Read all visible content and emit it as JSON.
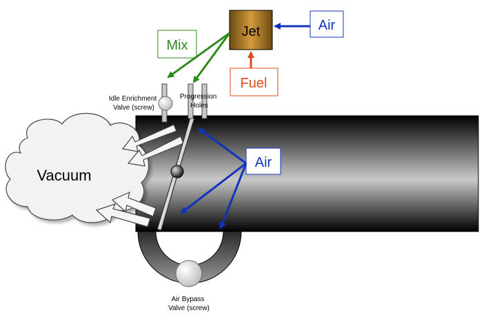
{
  "diagram": {
    "jet_label": "Jet",
    "air_top_label": "Air",
    "fuel_label": "Fuel",
    "mix_label": "Mix",
    "air_mid_label": "Air",
    "vacuum_label": "Vacuum",
    "idle_valve_label_line1": "Idle Enrichment",
    "idle_valve_label_line2": "Valve (screw)",
    "progression_label_line1": "Progression",
    "progression_label_line2": "Holes",
    "bypass_label_line1": "Air Bypass",
    "bypass_label_line2": "Valve (screw)"
  },
  "colors": {
    "air": "#1133bb",
    "mix": "#2e8b1e",
    "fuel": "#e04a1a",
    "jet_fill": "#b07c2a"
  }
}
